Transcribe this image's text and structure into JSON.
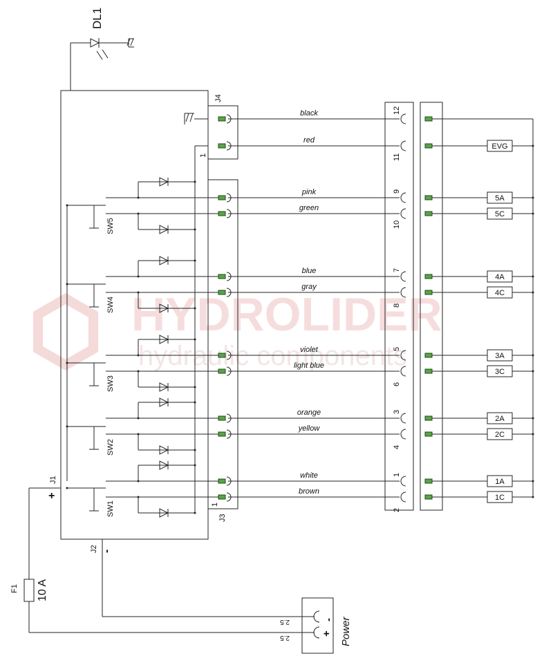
{
  "watermark": {
    "brand": "HYDROLIDER",
    "tagline": "hydraulic components"
  },
  "led": {
    "label": "DL1"
  },
  "fuse": {
    "label": "F1",
    "rating": "10 A"
  },
  "power": {
    "label": "Power",
    "plus": "+",
    "minus": "-",
    "gauge_top": "2.5",
    "gauge_bottom": "2.5"
  },
  "main_box": {
    "j1": "J1",
    "j2": "J2",
    "j3": "J3",
    "j4": "J4",
    "j3_pin": "1",
    "j4_pin": "1",
    "plus": "+",
    "minus": "-"
  },
  "switches": [
    "SW5",
    "SW4",
    "SW3",
    "SW2",
    "SW1"
  ],
  "wires": [
    {
      "color_name": "black",
      "pin": "12",
      "out": ""
    },
    {
      "color_name": "red",
      "pin": "11",
      "out": "EVG"
    },
    {
      "color_name": "pink",
      "pin": "9",
      "out": "5A"
    },
    {
      "color_name": "green",
      "pin": "10",
      "out": "5C"
    },
    {
      "color_name": "blue",
      "pin": "7",
      "out": "4A"
    },
    {
      "color_name": "gray",
      "pin": "8",
      "out": "4C"
    },
    {
      "color_name": "violet",
      "pin": "5",
      "out": "3A"
    },
    {
      "color_name": "light blue",
      "pin": "6",
      "out": "3C"
    },
    {
      "color_name": "orange",
      "pin": "3",
      "out": "2A"
    },
    {
      "color_name": "yellow",
      "pin": "4",
      "out": "2C"
    },
    {
      "color_name": "white",
      "pin": "1",
      "out": "1A"
    },
    {
      "color_name": "brown",
      "pin": "2",
      "out": "1C"
    }
  ],
  "colors": {
    "pin_fill": "#5aa34a",
    "line": "#222222",
    "watermark": "#f2c9c9"
  }
}
